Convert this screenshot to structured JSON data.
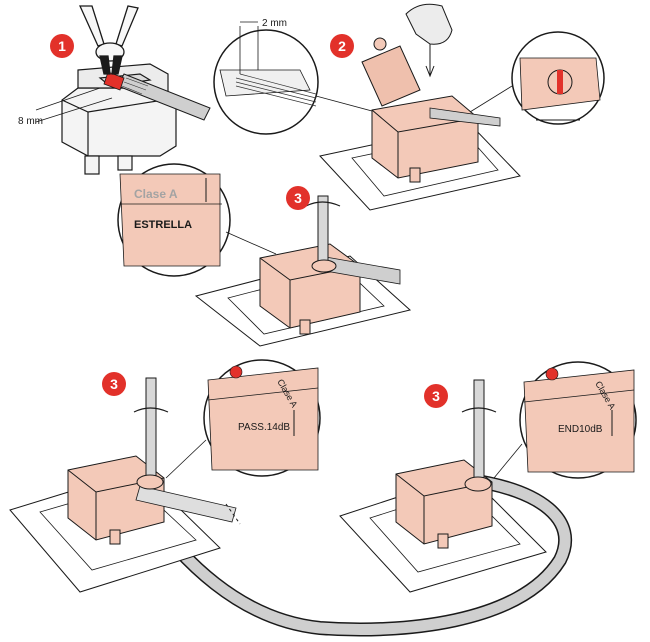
{
  "steps": {
    "step1": "1",
    "step2": "2",
    "step3a": "3",
    "step3b": "3",
    "step3c": "3"
  },
  "dimensions": {
    "strip_length": "8 mm",
    "core_length": "2 mm"
  },
  "labels": {
    "class_label": "Clase A",
    "estrella_label": "ESTRELLA",
    "pass_label": "PASS.14dB",
    "end_label": "END10dB",
    "class_rotated_1": "Clase A",
    "class_rotated_2": "Clase A"
  },
  "colors": {
    "step_badge": "#e2312a",
    "connector_body": "#f3c9b8",
    "cable": "#cfcfcf",
    "outline": "#1a1a1a"
  }
}
